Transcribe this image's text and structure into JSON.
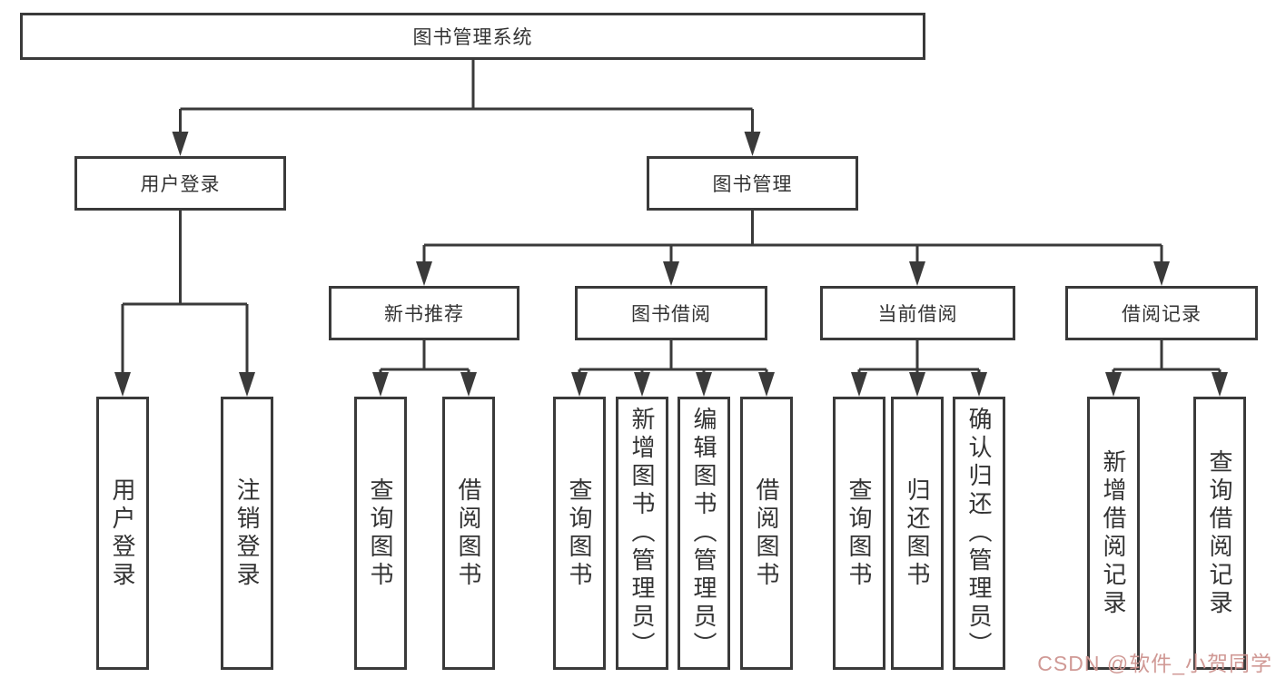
{
  "diagram_title": "图书管理系统",
  "nodes": {
    "root": "图书管理系统",
    "user_login": "用户登录",
    "book_management": "图书管理",
    "new_book_recommend": "新书推荐",
    "book_borrowing": "图书借阅",
    "current_borrowing": "当前借阅",
    "borrowing_records": "借阅记录",
    "leaf_user_login": "用户登录",
    "leaf_logout": "注销登录",
    "leaf_nbr_query_books": "查询图书",
    "leaf_nbr_borrow_books": "借阅图书",
    "leaf_bb_query_books": "查询图书",
    "leaf_bb_add_books_admin": "新增图书（管理员）",
    "leaf_bb_edit_books_admin": "编辑图书（管理员）",
    "leaf_bb_borrow_books": "借阅图书",
    "leaf_cb_query_books": "查询图书",
    "leaf_cb_return_books": "归还图书",
    "leaf_cb_confirm_return_admin": "确认归还（管理员）",
    "leaf_br_add_record": "新增借阅记录",
    "leaf_br_query_record": "查询借阅记录"
  },
  "watermark": {
    "text": "CSDN @软件_小贺同学"
  },
  "colors": {
    "line": "#3a3a3a",
    "text": "#333333",
    "watermark_tint": "#cd948f",
    "background": "#ffffff"
  }
}
